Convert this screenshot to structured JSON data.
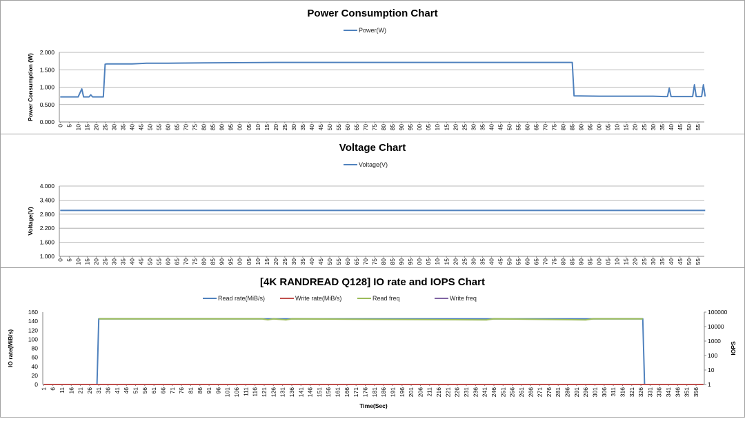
{
  "chart_data": [
    {
      "type": "line",
      "title": "Power Consumption Chart",
      "xlabel": "",
      "ylabel": "Power Consumption (W)",
      "ylim": [
        0,
        2
      ],
      "yticks": [
        "0.000",
        "0.500",
        "1.000",
        "1.500",
        "2.000"
      ],
      "xtick_labels": [
        "0",
        "5",
        "10",
        "15",
        "20",
        "25",
        "30",
        "35",
        "40",
        "45",
        "50",
        "55",
        "60",
        "65",
        "70",
        "75",
        "80",
        "85",
        "90",
        "95",
        "00",
        "05",
        "10",
        "15",
        "20",
        "25",
        "30",
        "35",
        "40",
        "45",
        "50",
        "55",
        "60",
        "65",
        "70",
        "75",
        "80",
        "85",
        "90",
        "95",
        "00",
        "05",
        "10",
        "15",
        "20",
        "25",
        "30",
        "35",
        "40",
        "45",
        "50",
        "55",
        "60",
        "65",
        "70",
        "75",
        "80",
        "85",
        "90",
        "95",
        "00",
        "05",
        "10",
        "15",
        "20",
        "25",
        "30",
        "35",
        "40",
        "45",
        "50",
        "55"
      ],
      "legend": "top-center",
      "grid": true,
      "x_count": 359,
      "series": [
        {
          "name": "Power(W)",
          "color": "#4f81bd",
          "segments": [
            [
              0,
              0.72
            ],
            [
              10,
              0.72
            ],
            [
              12,
              0.95
            ],
            [
              13,
              0.72
            ],
            [
              16,
              0.72
            ],
            [
              17,
              0.78
            ],
            [
              18,
              0.72
            ],
            [
              24,
              0.72
            ],
            [
              25,
              1.66
            ],
            [
              26,
              1.67
            ],
            [
              40,
              1.67
            ],
            [
              48,
              1.69
            ],
            [
              60,
              1.69
            ],
            [
              80,
              1.7
            ],
            [
              120,
              1.71
            ],
            [
              180,
              1.71
            ],
            [
              230,
              1.71
            ],
            [
              280,
              1.71
            ],
            [
              285,
              1.71
            ],
            [
              286,
              0.75
            ],
            [
              300,
              0.74
            ],
            [
              330,
              0.74
            ],
            [
              336,
              0.73
            ],
            [
              338,
              0.73
            ],
            [
              339,
              0.97
            ],
            [
              340,
              0.73
            ],
            [
              352,
              0.73
            ],
            [
              353,
              1.07
            ],
            [
              354,
              0.73
            ],
            [
              357,
              0.73
            ],
            [
              358,
              1.07
            ],
            [
              359,
              0.73
            ]
          ]
        }
      ]
    },
    {
      "type": "line",
      "title": "Voltage Chart",
      "xlabel": "",
      "ylabel": "Voltage(V)",
      "ylim": [
        1,
        4
      ],
      "yticks": [
        "1.000",
        "1.600",
        "2.200",
        "2.800",
        "3.400",
        "4.000"
      ],
      "legend": "top-center",
      "grid": true,
      "x_count": 359,
      "series": [
        {
          "name": "Voltage(V)",
          "color": "#4f81bd",
          "segments": [
            [
              0,
              2.96
            ],
            [
              359,
              2.96
            ]
          ]
        }
      ]
    },
    {
      "type": "line",
      "title": "[4K RANDREAD Q128] IO rate and IOPS Chart",
      "xlabel": "Time(Sec)",
      "ylabel": "IO rate(MiB/s)",
      "y2label": "IOPS",
      "ylim": [
        0,
        160
      ],
      "yticks": [
        "0",
        "20",
        "40",
        "60",
        "80",
        "100",
        "120",
        "140",
        "160"
      ],
      "y2_log": true,
      "y2ticks": [
        "1",
        "10",
        "100",
        "1000",
        "10000",
        "100000"
      ],
      "xtick_labels": [
        "1",
        "6",
        "11",
        "16",
        "21",
        "26",
        "31",
        "36",
        "41",
        "46",
        "51",
        "56",
        "61",
        "66",
        "71",
        "76",
        "81",
        "86",
        "91",
        "96",
        "101",
        "106",
        "111",
        "116",
        "121",
        "126",
        "131",
        "136",
        "141",
        "146",
        "151",
        "156",
        "161",
        "166",
        "171",
        "176",
        "181",
        "186",
        "191",
        "196",
        "201",
        "206",
        "211",
        "216",
        "221",
        "226",
        "231",
        "236",
        "241",
        "246",
        "251",
        "256",
        "261",
        "266",
        "271",
        "276",
        "281",
        "286",
        "291",
        "296",
        "301",
        "306",
        "311",
        "316",
        "321",
        "326",
        "331",
        "336",
        "341",
        "346",
        "351",
        "356"
      ],
      "legend": "top-center",
      "grid": false,
      "x_count": 360,
      "series": [
        {
          "name": "Read rate(MiB/s)",
          "color": "#4f81bd",
          "segments": [
            [
              1,
              0
            ],
            [
              30,
              0
            ],
            [
              31,
              145
            ],
            [
              327,
              145
            ],
            [
              328,
              0
            ],
            [
              360,
              0
            ]
          ]
        },
        {
          "name": "Write rate(MiB/s)",
          "color": "#c0504d",
          "segments": [
            [
              1,
              0
            ],
            [
              360,
              0
            ]
          ]
        },
        {
          "name": "Read freq",
          "color": "#9bbb59",
          "segments": [
            [
              31,
              145
            ],
            [
              120,
              145
            ],
            [
              123,
              143
            ],
            [
              126,
              145
            ],
            [
              133,
              143
            ],
            [
              136,
              145
            ],
            [
              242,
              143
            ],
            [
              246,
              145
            ],
            [
              296,
              143
            ],
            [
              300,
              145
            ],
            [
              327,
              145
            ]
          ]
        },
        {
          "name": "Write freq",
          "color": "#8064a2",
          "segments": []
        }
      ]
    }
  ]
}
